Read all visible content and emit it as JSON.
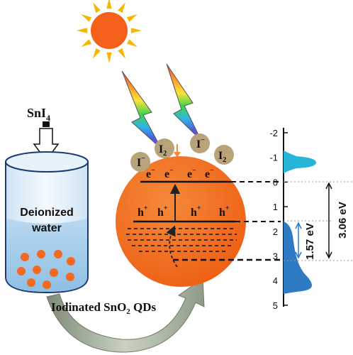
{
  "precursor": {
    "formula": "SnI",
    "subscript": "4"
  },
  "beaker": {
    "label_line1": "Deionized",
    "label_line2": "water"
  },
  "product": {
    "prefix": "Iodinated SnO",
    "subscript": "2",
    "suffix": " QDs"
  },
  "particle": {
    "electron": "e",
    "electron_sup": "−",
    "hole": "h",
    "hole_sup": "+",
    "iodide": "I",
    "iodide_sup": "−",
    "iodine": "I",
    "iodine_sub": "2"
  },
  "energy_axis": {
    "ticks": [
      "-2",
      "-1",
      "0",
      "1",
      "2",
      "3",
      "4",
      "5"
    ],
    "gap_label": "3.06 eV",
    "defect_label": "1.57 eV"
  },
  "colors": {
    "sun": "#f5601a",
    "sun_rays": "#f5b800",
    "particle": "#f2691f",
    "ligand": "#b9a37a",
    "beaker_water": "#a7cdea",
    "beaker_dots": "#f2691f",
    "arrow_band": "#a4b09a",
    "cb_peak": "#26b5d6",
    "vb_peak": "#2e7bc4"
  }
}
